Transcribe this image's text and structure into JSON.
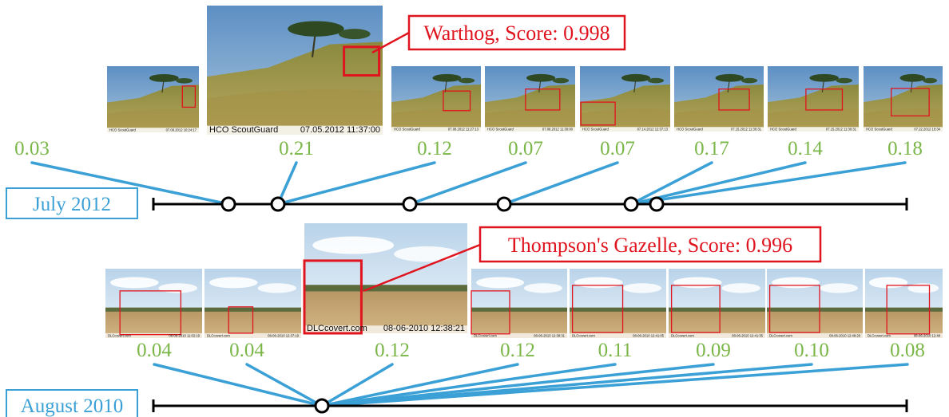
{
  "colors": {
    "timeline": "#000000",
    "connector": "#3aa0d6",
    "score": "#7ab648",
    "callout": "#e0141e",
    "date_label": "#3aa0d6"
  },
  "rows": [
    {
      "date_label": "July 2012",
      "callout": "Warthog, Score: 0.998",
      "images": [
        {
          "score": "0.03",
          "overlay_left": "HCO ScoutGuard",
          "overlay_right": "07.08.2012 10:24:17",
          "scene": "savanna-hill"
        },
        {
          "score": "0.21",
          "overlay_left": "HCO ScoutGuard",
          "overlay_right": "07.05.2012 11:37:00",
          "scene": "savanna-hill"
        },
        {
          "score": "0.12",
          "overlay_left": "HCO ScoutGuard",
          "overlay_right": "07.08.2012 11:27:13",
          "scene": "savanna-hill"
        },
        {
          "score": "0.07",
          "overlay_left": "HCO ScoutGuard",
          "overlay_right": "07.08.2012 11:30:00",
          "scene": "savanna-hill"
        },
        {
          "score": "0.07",
          "overlay_left": "HCO ScoutGuard",
          "overlay_right": "07.14.2012 12:37:13",
          "scene": "savanna-hill"
        },
        {
          "score": "0.17",
          "overlay_left": "HCO ScoutGuard",
          "overlay_right": "07.15.2012 11:30:31",
          "scene": "savanna-hill"
        },
        {
          "score": "0.14",
          "overlay_left": "HCO ScoutGuard",
          "overlay_right": "07.15.2012 11:30:31",
          "scene": "savanna-hill"
        },
        {
          "score": "0.18",
          "overlay_left": "HCO ScoutGuard",
          "overlay_right": "07.22.2012 10:34",
          "scene": "savanna-hill"
        }
      ]
    },
    {
      "date_label": "August 2010",
      "callout": "Thompson's Gazelle, Score: 0.996",
      "images": [
        {
          "score": "0.04",
          "overlay_left": "DLCcovert.com",
          "overlay_right": "08-06-2010 11:02:19",
          "scene": "sky-plain"
        },
        {
          "score": "0.04",
          "overlay_left": "DLCcovert.com",
          "overlay_right": "08-06-2010 12:37:19",
          "scene": "sky-plain"
        },
        {
          "score": "0.12",
          "overlay_left": "DLCcovert.com",
          "overlay_right": "08-06-2010  12:38:21",
          "scene": "sky-plain"
        },
        {
          "score": "0.12",
          "overlay_left": "DLCcovert.com",
          "overlay_right": "08-06-2010 12:38:31",
          "scene": "sky-plain"
        },
        {
          "score": "0.11",
          "overlay_left": "DLCcovert.com",
          "overlay_right": "08-06-2010 12:41:05",
          "scene": "sky-plain"
        },
        {
          "score": "0.09",
          "overlay_left": "DLCcovert.com",
          "overlay_right": "08-06-2010 12:41:35",
          "scene": "sky-plain"
        },
        {
          "score": "0.10",
          "overlay_left": "DLCcovert.com",
          "overlay_right": "08-06-2010 12:48:28",
          "scene": "sky-plain"
        },
        {
          "score": "0.08",
          "overlay_left": "DLCcovert.com",
          "overlay_right": "08-06-2010 12:48",
          "scene": "sky-plain"
        }
      ]
    }
  ]
}
